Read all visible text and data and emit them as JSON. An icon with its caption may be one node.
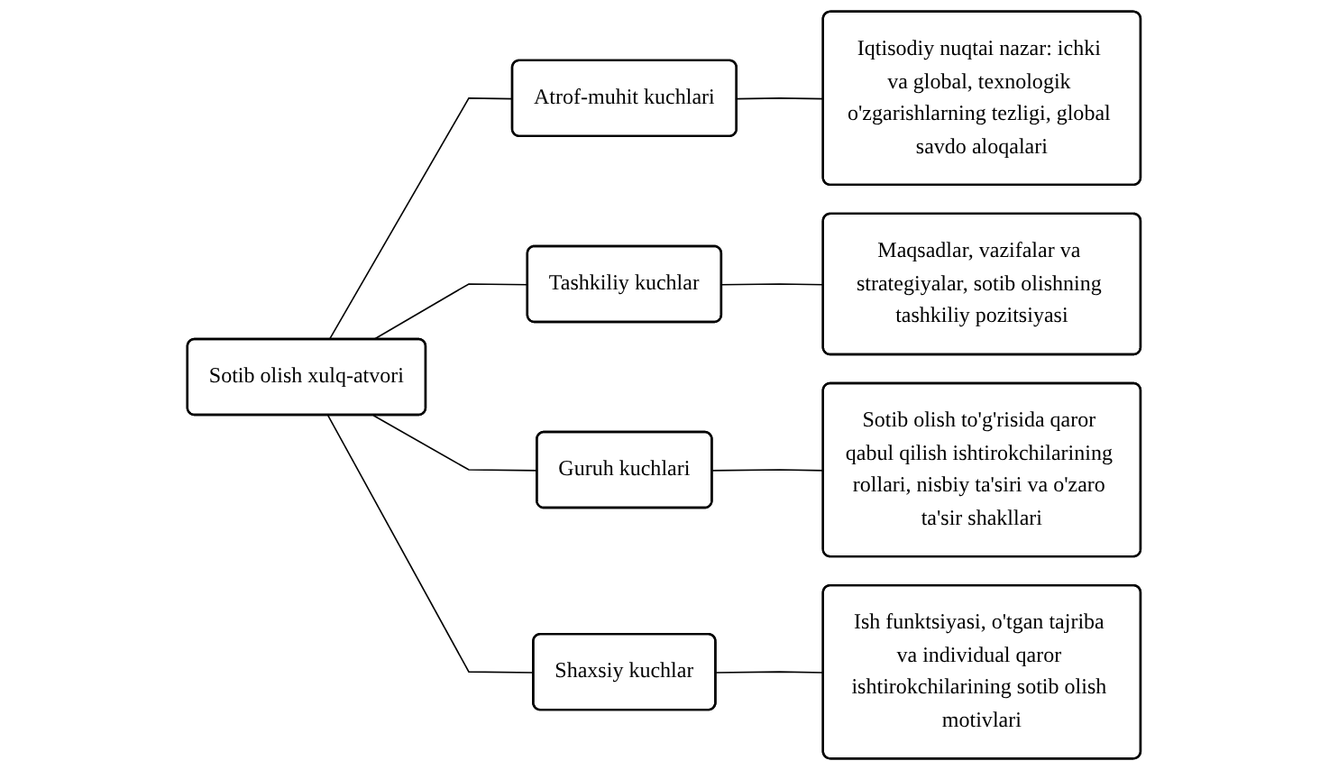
{
  "diagram": {
    "nodes": [
      {
        "text": [
          "Sotib olish xulq-atvori"
        ]
      },
      {
        "text": [
          "Atrof-muhit kuchlari"
        ]
      },
      {
        "text": [
          "Tashkiliy kuchlar"
        ]
      },
      {
        "text": [
          "Guruh kuchlari"
        ]
      },
      {
        "text": [
          "Shaxsiy kuchlar"
        ]
      },
      {
        "text": [
          "Iqtisodiy nuqtai nazar: ichki va global, texnologik o'zgarishlarning tezligi, global savdo aloqalari"
        ]
      },
      {
        "text": [
          "Maqsadlar, vazifalar va strategiyalar, sotib olishning tashkiliy pozitsiyasi"
        ]
      },
      {
        "text": [
          "Sotib olish to'g'risida qaror qabul qilish ishtirokchilarining rollari, nisbiy ta'siri va o'zaro ta'sir shakllari"
        ]
      },
      {
        "text": [
          "Ish funktsiyasi, o'tgan tajriba va individual qaror ishtirokchilarining sotib olish motivlari"
        ]
      }
    ],
    "edges": [
      {
        "from": 0,
        "to": 1,
        "arrow": "none"
      },
      {
        "from": 0,
        "to": 2,
        "arrow": "none"
      },
      {
        "from": 0,
        "to": 3,
        "arrow": "none"
      },
      {
        "from": 0,
        "to": 4,
        "arrow": "none"
      },
      {
        "from": 1,
        "to": 5,
        "arrow": "none"
      },
      {
        "from": 2,
        "to": 6,
        "arrow": "none"
      },
      {
        "from": 3,
        "to": 7,
        "arrow": "none"
      },
      {
        "from": 4,
        "to": 8,
        "arrow": "none"
      }
    ]
  }
}
